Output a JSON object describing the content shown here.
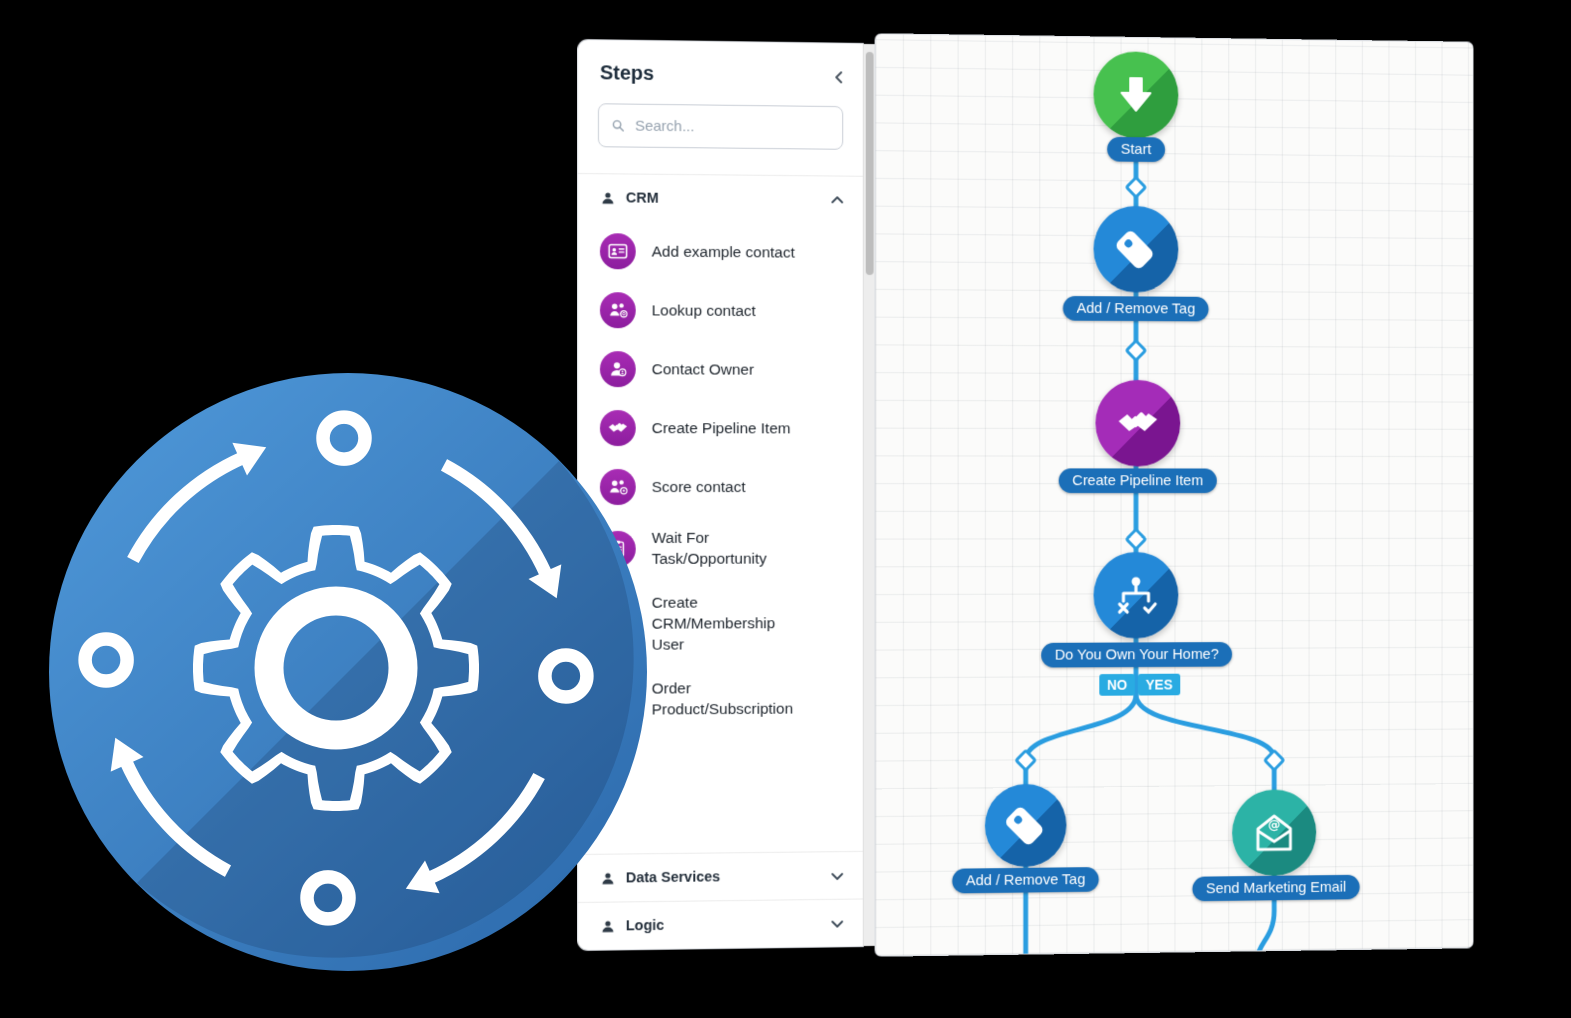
{
  "hero_icon": {
    "name": "workflow-automation-gear",
    "primary_color": "#3a7fc2",
    "elements": [
      "gear",
      "circular-arrows",
      "four-nodes"
    ]
  },
  "sidebar": {
    "title": "Steps",
    "collapse_icon": "chevron-left",
    "search": {
      "placeholder": "Search..."
    },
    "sections": [
      {
        "label": "CRM",
        "expanded": true,
        "icon": "person-icon",
        "items": [
          {
            "label": "Add example contact",
            "icon": "contact-card-icon"
          },
          {
            "label": "Lookup contact",
            "icon": "people-group-icon"
          },
          {
            "label": "Contact Owner",
            "icon": "person-badge-icon"
          },
          {
            "label": "Create Pipeline Item",
            "icon": "handshake-icon"
          },
          {
            "label": "Score contact",
            "icon": "people-group-icon"
          },
          {
            "label": "Wait For\nTask/Opportunity",
            "icon": "task-list-icon"
          },
          {
            "label": "Create\nCRM/Membership\nUser",
            "icon": "user-plus-icon"
          },
          {
            "label": "Order\nProduct/Subscription",
            "icon": "dollar-icon"
          }
        ]
      },
      {
        "label": "Data Services",
        "expanded": false,
        "icon": "person-icon",
        "items": []
      },
      {
        "label": "Logic",
        "expanded": false,
        "icon": "person-icon",
        "items": []
      }
    ]
  },
  "canvas": {
    "connector_color": "#2a9de0",
    "label_pill_color": "#1b6fb8",
    "badge_color": "#29abe2",
    "nodes": [
      {
        "id": "start",
        "label": "Start",
        "type": "start",
        "icon": "arrow-down-icon",
        "color": "#3fb94e"
      },
      {
        "id": "tag1",
        "label": "Add / Remove Tag",
        "type": "tag",
        "icon": "tag-icon",
        "color": "#2489d8"
      },
      {
        "id": "pipeline",
        "label": "Create Pipeline Item",
        "type": "handshake",
        "icon": "handshake-icon",
        "color": "#a42cb8"
      },
      {
        "id": "decision",
        "label": "Do You Own Your Home?",
        "type": "decision",
        "icon": "branch-icon",
        "color": "#2489d8",
        "branches": [
          "NO",
          "YES"
        ]
      },
      {
        "id": "tag2",
        "label": "Add / Remove Tag",
        "type": "tag",
        "icon": "tag-icon",
        "color": "#2489d8"
      },
      {
        "id": "email",
        "label": "Send Marketing Email",
        "type": "email",
        "icon": "email-at-icon",
        "color": "#2cb3a6"
      }
    ]
  }
}
